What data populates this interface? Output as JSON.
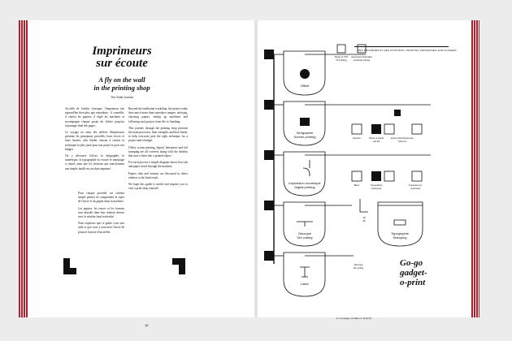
{
  "article": {
    "title_line1": "Imprimeurs",
    "title_line2": "sur écoute",
    "subtitle_line1": "A fly on the wall",
    "subtitle_line2": "in the printing shop",
    "byline": "The Shelf Journal",
    "folio": "16",
    "col1_paras": [
      "Au-delà de l'atelier classique, l'imprimeur fait aujourd'hui bien plus que reproduire : il conseille, il choisit les papiers, il règle les machines et accompagne chaque projet du fichier jusqu'au façonnage final des pages.",
      "Ce voyage au cœur des ateliers d'impression présente les principaux procédés, leurs forces et leurs limites, afin d'aider chacun à choisir la technique la plus juste pour son projet et pour son budget.",
      "On y découvre l'offset, la sérigraphie, le numérique, la typographie ou encore le marquage à chaud, ainsi que les finitions qui transforment une simple feuille en un objet imprimé."
    ],
    "col2_paras": [
      "Pour chaque procédé, un schéma simple permet de comprendre le trajet de l'encre et du papier dans la machine.",
      "Les papiers, les encres et les formats sont abordés dans leur relation directe avec le résultat final recherché.",
      "Nous espérons que ce guide vous sera utile et que vous y trouverez l'envie de pousser la porte d'un atelier."
    ],
    "col3_paras": [
      "Beyond the traditional workshop, the printer today does much more than reproduce images: advising, choosing papers, setting up machines and following each project from file to finishing.",
      "This journey through the printing shop presents the main processes, their strengths and their limits, to help everyone pick the right technique for a project and a budget.",
      "Offset, screen printing, digital, letterpress and foil stamping are all covered, along with the finishes that turn a sheet into a printed object.",
      "For each process a simple diagram shows how ink and paper travel through the machine.",
      "Papers, inks and formats are discussed in direct relation to the final result.",
      "We hope this guide is useful and inspires you to visit a print shop yourself."
    ]
  },
  "diagram": {
    "header": "DES PROCÉDÉS ET DES FINITIONS / PRINTING PROCESSES AND FINISHES",
    "processes": [
      {
        "fr": "Offset",
        "en": ""
      },
      {
        "fr": "Sérigraphie",
        "en": "Screen printing"
      },
      {
        "fr": "Impression numérique",
        "en": "Digital printing"
      },
      {
        "fr": "Découpe",
        "en": "Die cutting"
      },
      {
        "fr": "Typographie",
        "en": "Stamping"
      },
      {
        "fr": "Laser",
        "en": ""
      }
    ],
    "outputs": [
      {
        "fr": "Papier et CTP",
        "en": "CTP plating"
      },
      {
        "fr": "Impression lenticulaire",
        "en": "Lenticular printing"
      },
      {
        "fr": "Pantone",
        "en": "Pantone"
      },
      {
        "fr": "Dorure à chaud",
        "en": "Hot foil"
      },
      {
        "fr": "Encre phosphorescente",
        "en": "Glow ink"
      },
      {
        "fr": "Blanc",
        "en": "White"
      },
      {
        "fr": "Typographie",
        "en": "Letterpress"
      },
      {
        "fr": "Impression en",
        "en": "embossed"
      },
      {
        "fr": "3D",
        "en": "3D"
      },
      {
        "fr": "Découpe",
        "en": "Die cutting"
      }
    ],
    "gogo_line1": "Go-go",
    "gogo_line2": "gadget-",
    "gogo_line3": "o-print",
    "caption": "Le message est dans le droit fil"
  }
}
